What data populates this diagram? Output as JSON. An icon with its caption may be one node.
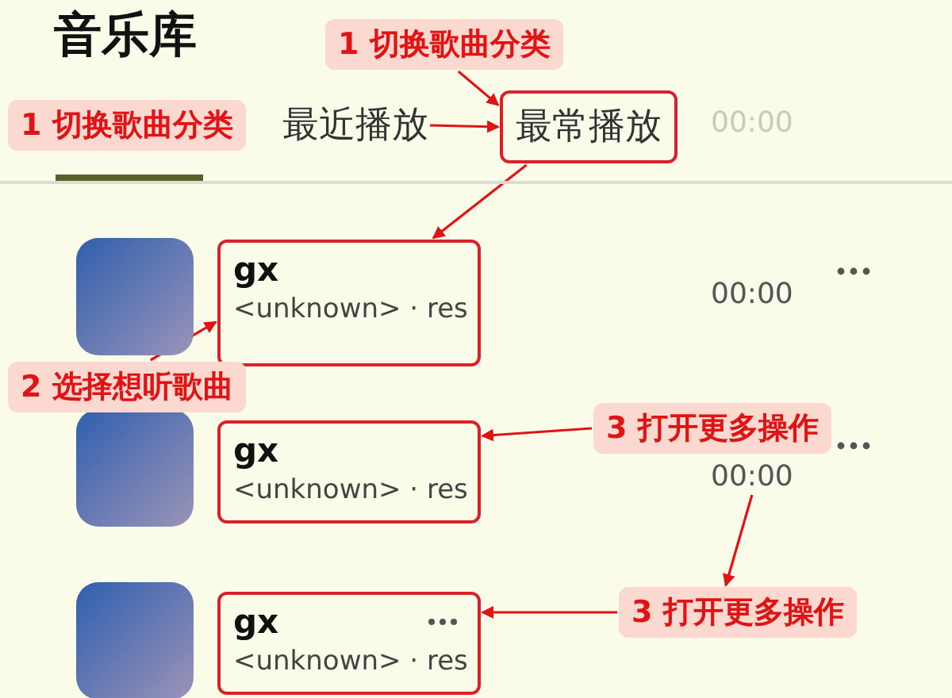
{
  "diagram": {
    "nodes": [
      {
        "text": [
          "1 切换歌曲分类"
        ]
      },
      {
        "text": [
          "1 切换歌曲分类"
        ]
      },
      {
        "text": [
          "最近播放"
        ]
      },
      {
        "text": [
          "最常播放"
        ]
      },
      {
        "text": [
          "gx",
          "<unknown> · res"
        ]
      },
      {
        "text": [
          "2 选择想听歌曲"
        ]
      },
      {
        "text": [
          "gx",
          "<unknown> · res"
        ]
      },
      {
        "text": [
          "3 打开更多操作"
        ]
      },
      {
        "text": [
          "gx",
          "<unknown> · res"
        ]
      },
      {
        "text": [
          "3 打开更多操作"
        ]
      },
      {
        "text": [
          "00:00"
        ]
      }
    ],
    "edges": [
      {
        "from": 0,
        "to": 3,
        "arrow": "to"
      },
      {
        "from": 2,
        "to": 3,
        "arrow": "to"
      },
      {
        "from": 3,
        "to": 4,
        "arrow": "to"
      },
      {
        "from": 5,
        "to": 4,
        "arrow": "to"
      },
      {
        "from": 7,
        "to": 6,
        "arrow": "to"
      },
      {
        "from": 10,
        "to": 9,
        "arrow": "to"
      },
      {
        "from": 9,
        "to": 8,
        "arrow": "to"
      }
    ],
    "labels": [
      "音乐库",
      "00:00",
      "00:00"
    ]
  }
}
